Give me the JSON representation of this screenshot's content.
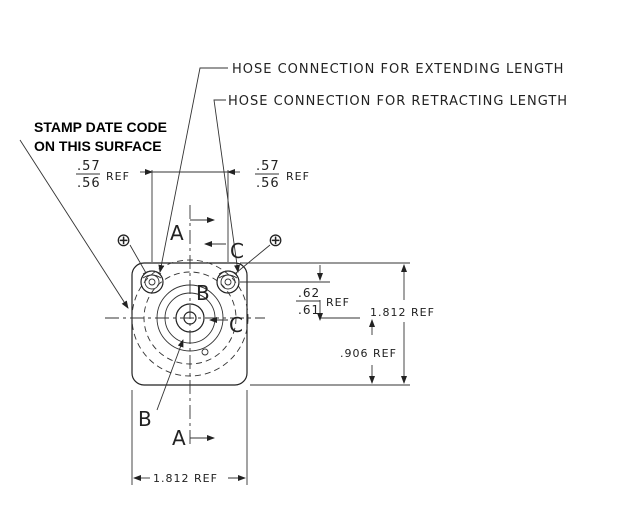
{
  "callouts": {
    "hose_extend": "HOSE CONNECTION FOR EXTENDING LENGTH",
    "hose_retract": "HOSE CONNECTION FOR RETRACTING LENGTH",
    "stamp_line1": "STAMP DATE CODE",
    "stamp_line2": "ON THIS SURFACE"
  },
  "dimensions": {
    "left_top_num": ".57",
    "left_bot_num": ".56",
    "left_ref": "REF",
    "right_top_num": ".57",
    "right_bot_num": ".56",
    "right_ref": "REF",
    "mid_top_num": ".62",
    "mid_bot_num": ".61",
    "mid_ref": "REF",
    "height_total": "1.812 REF",
    "height_half": ".906 REF",
    "width_total": "1.812 REF"
  },
  "section_labels": {
    "a_top": "A",
    "a_bottom": "A",
    "b_top": "B",
    "b_bottom": "B",
    "c_top": "C",
    "c_right": "C"
  },
  "symbols": {
    "plus_left": "⊕",
    "plus_right": "⊕"
  }
}
